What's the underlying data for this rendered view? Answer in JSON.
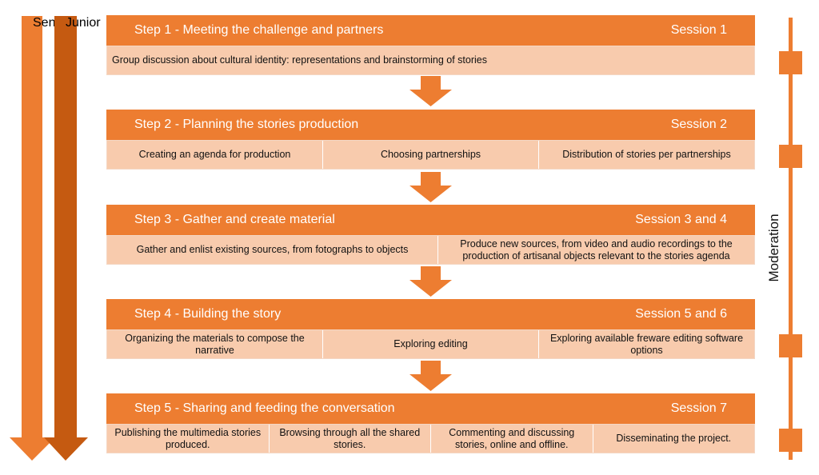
{
  "tracks": [
    {
      "label": "Senior",
      "color": "#ed7d31"
    },
    {
      "label": "Junior",
      "color": "#c55a11"
    }
  ],
  "moderation": {
    "label": "Moderation"
  },
  "steps": [
    {
      "title": "Step 1 - Meeting the challenge and partners",
      "session": "Session 1",
      "activities": [
        "Group discussion about cultural identity: representations and brainstorming of stories"
      ]
    },
    {
      "title": "Step 2 - Planning the stories production",
      "session": "Session 2",
      "activities": [
        "Creating an agenda for production",
        "Choosing partnerships",
        "Distribution of stories per partnerships"
      ]
    },
    {
      "title": "Step 3 - Gather and create material",
      "session": "Session 3 and 4",
      "activities": [
        "Gather and enlist existing sources, from fotographs to objects",
        "Produce new sources, from video and audio recordings to the production of artisanal objects relevant to the stories agenda"
      ]
    },
    {
      "title": "Step 4 - Building the story",
      "session": "Session 5 and 6",
      "activities": [
        "Organizing the materials to compose the narrative",
        "Exploring editing",
        "Exploring available freware editing software options"
      ]
    },
    {
      "title": "Step 5 - Sharing and feeding the conversation",
      "session": "Session 7",
      "activities": [
        "Publishing the multimedia stories produced.",
        "Browsing through all the shared stories.",
        "Commenting and discussing stories, online and offline.",
        "Disseminating the project."
      ]
    }
  ]
}
